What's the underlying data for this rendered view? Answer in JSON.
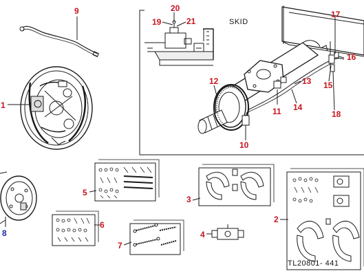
{
  "diagram": {
    "section_label": "SKID",
    "drawing_code": "TL20801- 441",
    "colors": {
      "callout_red": "#c8141e",
      "callout_blue": "#1a2f9a",
      "line": "#1a1a1a"
    },
    "callouts": [
      {
        "id": "c1",
        "text": "1"
      },
      {
        "id": "c2",
        "text": "2"
      },
      {
        "id": "c3",
        "text": "3"
      },
      {
        "id": "c4",
        "text": "4"
      },
      {
        "id": "c5",
        "text": "5"
      },
      {
        "id": "c6",
        "text": "6"
      },
      {
        "id": "c7",
        "text": "7"
      },
      {
        "id": "c8",
        "text": "8"
      },
      {
        "id": "c9",
        "text": "9"
      },
      {
        "id": "c10",
        "text": "10"
      },
      {
        "id": "c11",
        "text": "11"
      },
      {
        "id": "c12",
        "text": "12"
      },
      {
        "id": "c13",
        "text": "13"
      },
      {
        "id": "c14",
        "text": "14"
      },
      {
        "id": "c15",
        "text": "15"
      },
      {
        "id": "c16",
        "text": "16"
      },
      {
        "id": "c17",
        "text": "17"
      },
      {
        "id": "c18",
        "text": "18"
      },
      {
        "id": "c19",
        "text": "19"
      },
      {
        "id": "c20",
        "text": "20"
      },
      {
        "id": "c21",
        "text": "21"
      }
    ]
  }
}
